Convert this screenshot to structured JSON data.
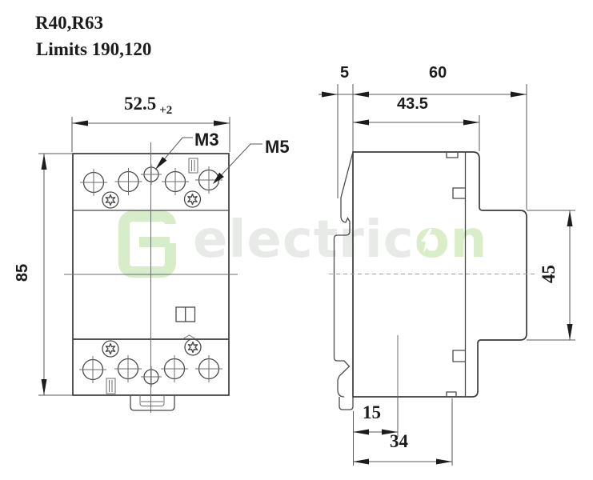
{
  "header": {
    "model": "R40,R63",
    "limits": "Limits 190,120"
  },
  "front_view": {
    "width_dim": "52.5",
    "width_tol": "+2",
    "height_dim": "85",
    "terminal_screw_small": "M3",
    "terminal_screw_large": "M5"
  },
  "side_view": {
    "din_offset_dim": "5",
    "total_depth_dim": "60",
    "front_depth_dim": "43.5",
    "rear_height_dim": "45",
    "bottom_offset_dim": "15",
    "bottom_width_dim": "34"
  },
  "watermark": {
    "text_gray": "electric",
    "text_green": "on",
    "logo": "electricon-logo",
    "color_green": "#d8edc8",
    "color_gray": "#e8eae8"
  },
  "colors": {
    "ink": "#1c1c1c",
    "line": "#3b3b3b",
    "background": "#ffffff"
  }
}
